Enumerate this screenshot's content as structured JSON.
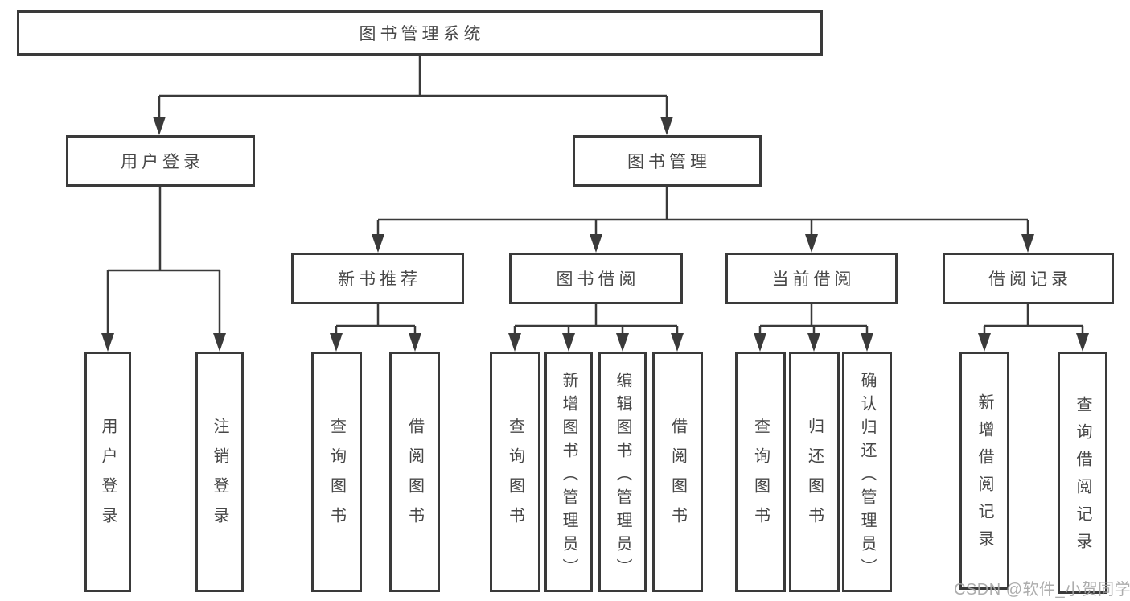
{
  "diagram": {
    "root": {
      "label": "图书管理系统"
    },
    "user_login": {
      "label": "用户登录",
      "children": {
        "login": {
          "label": "用户登录"
        },
        "logout": {
          "label": "注销登录"
        }
      }
    },
    "book_management": {
      "label": "图书管理",
      "children": {
        "new_book_recommend": {
          "label": "新书推荐",
          "children": {
            "query_books": {
              "label": "查询图书"
            },
            "borrow_books": {
              "label": "借阅图书"
            }
          }
        },
        "book_borrow": {
          "label": "图书借阅",
          "children": {
            "query_books": {
              "label": "查询图书"
            },
            "add_books_admin": {
              "label": "新增图书（管理员）"
            },
            "edit_books_admin": {
              "label": "编辑图书（管理员）"
            },
            "borrow_books": {
              "label": "借阅图书"
            }
          }
        },
        "current_borrow": {
          "label": "当前借阅",
          "children": {
            "query_books": {
              "label": "查询图书"
            },
            "return_books": {
              "label": "归还图书"
            },
            "confirm_return_admin": {
              "label": "确认归还（管理员）"
            }
          }
        },
        "borrow_records": {
          "label": "借阅记录",
          "children": {
            "add_borrow_record": {
              "label": "新增借阅记录"
            },
            "query_borrow_record": {
              "label": "查询借阅记录"
            }
          }
        }
      }
    },
    "watermark": "CSDN @软件_小贺同学",
    "colors": {
      "line": "#3a3a3a",
      "text": "#474747",
      "watermark": "#a5a5a5",
      "background": "#ffffff"
    }
  }
}
